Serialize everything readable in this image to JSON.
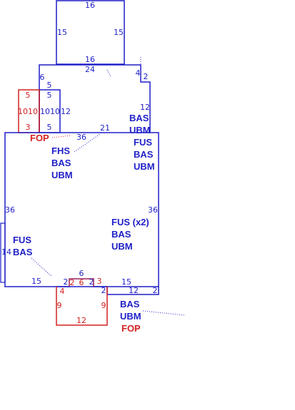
{
  "colors": {
    "blue": "#1f1fc8",
    "red": "#d42020",
    "dotted": "#1f1fc8"
  },
  "dims": {
    "top_16a": "16",
    "top_15a": "15",
    "top_15b": "15",
    "top_16b": "16",
    "mid_24": "24",
    "mid_6": "6",
    "mid_4": "4",
    "mid_2": "2",
    "mid_12": "12",
    "small_5a": "5",
    "small_10a": "10",
    "small_10b": "10",
    "small_5b": "5",
    "red_5a": "5",
    "red_10a": "10",
    "red_10b": "10",
    "red_5b": "5",
    "main_36a": "36",
    "main_21": "21",
    "main_36b": "36",
    "main_36c": "36",
    "main_14": "14",
    "main_15a": "15",
    "main_2a": "2",
    "main_6": "6",
    "main_2b": "2",
    "main_15b": "15",
    "main_12a": "12",
    "right_12": "12",
    "right_2": "2",
    "bot_2a": "2",
    "bot_6": "6",
    "bot_2b": "2",
    "bot_3a": "3",
    "bot_3b": "3",
    "bot_9a": "9",
    "bot_9b": "9",
    "bot_12": "12"
  },
  "labels": {
    "fop_top": "FOP",
    "group_fhs": [
      "FHS",
      "BAS",
      "UBM"
    ],
    "group_bas_ubm_fus": [
      "BAS",
      "UBM",
      "FUS",
      "BAS",
      "UBM"
    ],
    "group_fus_x2": [
      "FUS (x2)",
      "BAS",
      "UBM"
    ],
    "group_fus_bas": [
      "FUS",
      "BAS"
    ],
    "group_bottom": [
      "BAS",
      "UBM"
    ],
    "fop_bottom": "FOP"
  }
}
